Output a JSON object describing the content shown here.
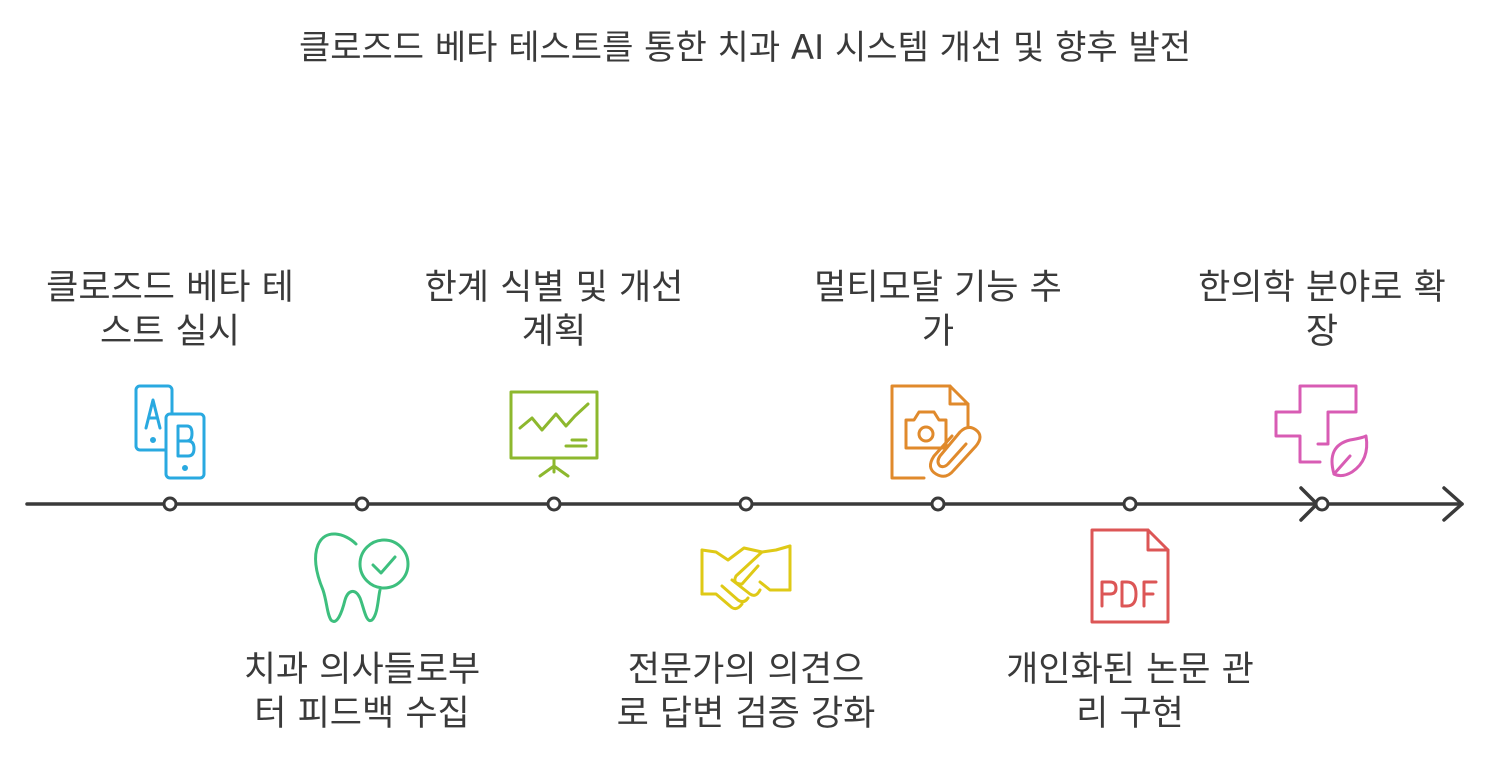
{
  "title": "클로즈드 베타 테스트를 통한 치과 AI 시스템 개선 및 향후 발전",
  "steps": [
    {
      "label": "클로즈드 베타 테 스트 실시",
      "icon": "ab-test-phones-icon",
      "color": "#29a9e0",
      "position": "top"
    },
    {
      "label": "치과 의사들로부 터 피드백 수집",
      "icon": "tooth-check-icon",
      "color": "#3dbf7e",
      "position": "bottom"
    },
    {
      "label": "한계 식별 및 개선 계획",
      "icon": "presentation-chart-icon",
      "color": "#8db82e",
      "position": "top"
    },
    {
      "label": "전문가의 의견으 로 답변 검증 강화",
      "icon": "handshake-icon",
      "color": "#dfc916",
      "position": "bottom"
    },
    {
      "label": "멀티모달 기능 추 가",
      "icon": "file-camera-attachment-icon",
      "color": "#e08a2c",
      "position": "top"
    },
    {
      "label": "개인화된 논문 관 리 구현",
      "icon": "pdf-file-icon",
      "color": "#dc5656",
      "position": "bottom"
    },
    {
      "label": "한의학 분야로 확 장",
      "icon": "medical-cross-leaf-icon",
      "color": "#d85cb4",
      "position": "top"
    }
  ],
  "timeline_color": "#3a3a3a"
}
